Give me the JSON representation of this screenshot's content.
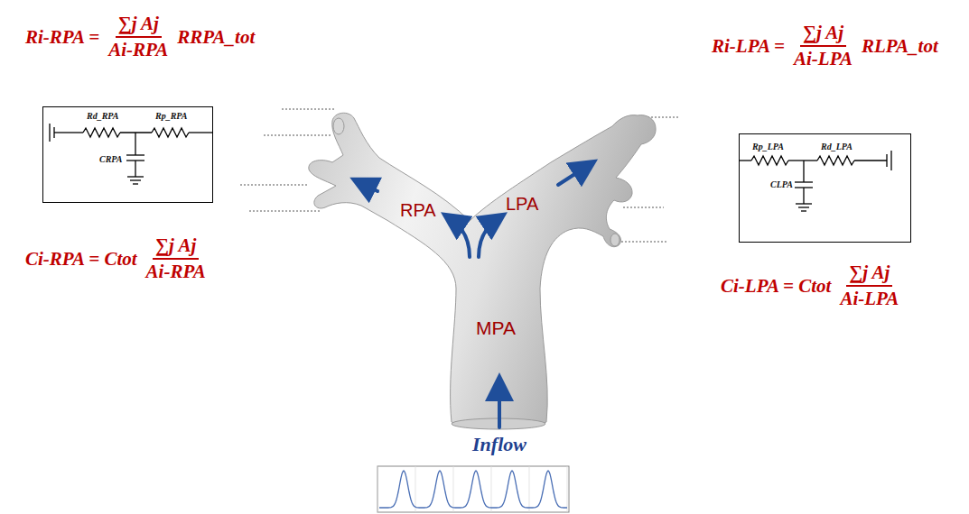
{
  "diagram": {
    "nodes": [
      {
        "text": [
          "Rd_RPA",
          "Rp_RPA",
          "CRPA"
        ]
      },
      {
        "text": [
          "Rp_LPA",
          "Rd_LPA",
          "CLPA"
        ]
      }
    ],
    "edges": [],
    "labels": [
      "Ri-RPA =",
      "∑j Aj",
      "Ai-RPA",
      "RRPA_tot",
      "Ri-LPA =",
      "∑j Aj",
      "Ai-LPA",
      "RLPA_tot",
      "Ci-RPA = Ctot",
      "∑j Aj",
      "Ai-RPA",
      "Ci-LPA = Ctot",
      "∑j Aj",
      "Ai-LPA",
      "RPA",
      "LPA",
      "MPA",
      "Inflow"
    ]
  }
}
